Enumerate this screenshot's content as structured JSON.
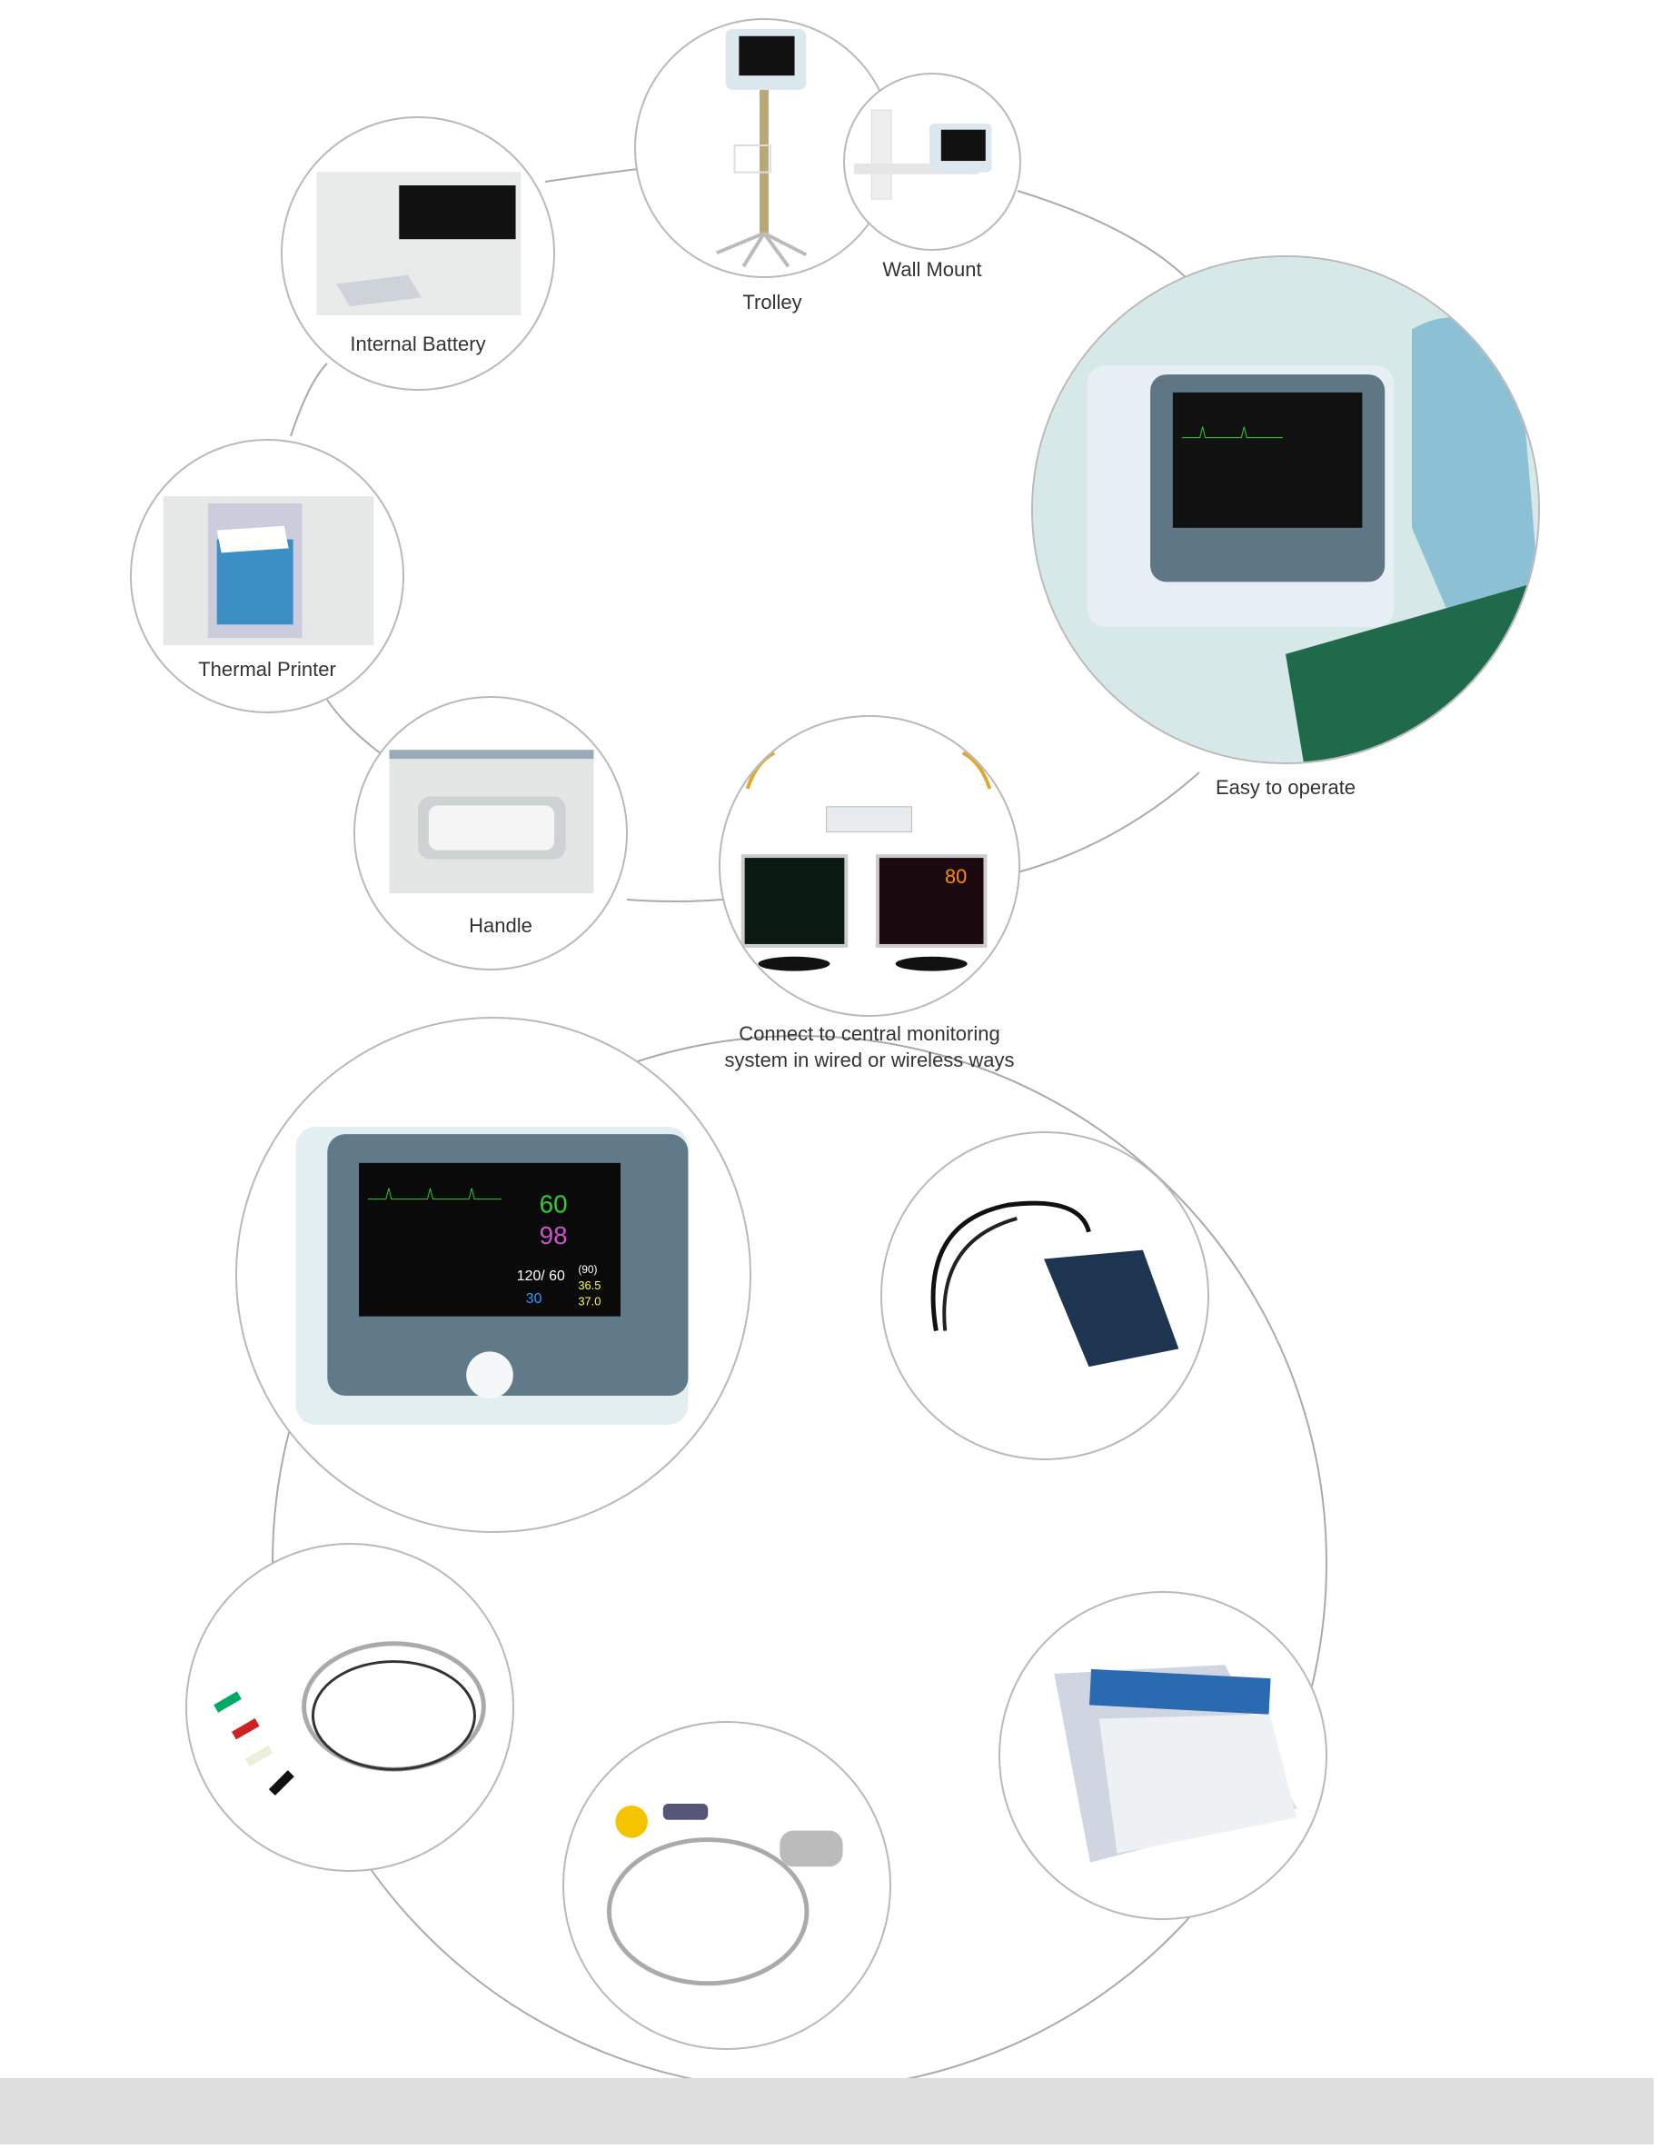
{
  "features": {
    "trolley": "Trolley",
    "wall_mount": "Wall Mount",
    "internal_battery": "Internal Battery",
    "thermal_printer": "Thermal Printer",
    "handle": "Handle",
    "central_line1": "Connect to central monitoring",
    "central_line2": "system in wired or wireless ways",
    "easy": "Easy to operate"
  },
  "monitor_readings": {
    "hr": "60",
    "spo2": "98",
    "nibp": "120/ 60",
    "map": "(90)",
    "resp": "30",
    "t1": "36.5",
    "t2": "37.0"
  },
  "central_screen_value": "80"
}
